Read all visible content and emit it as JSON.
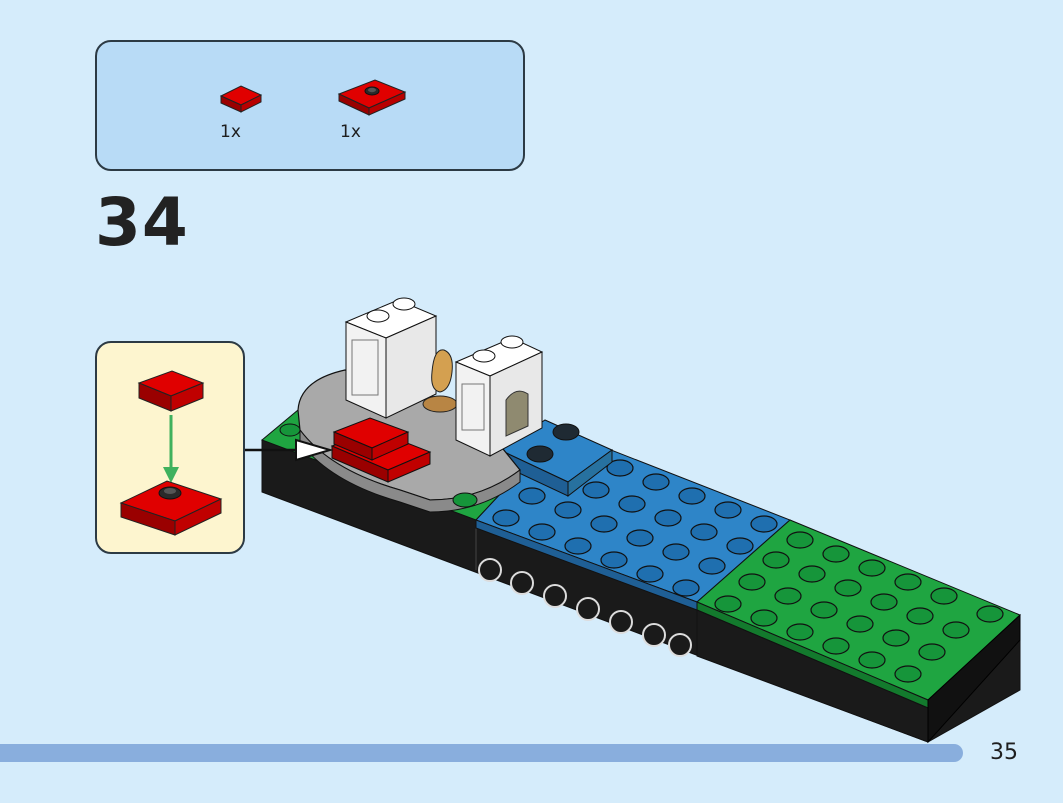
{
  "parts_list": {
    "items": [
      {
        "name": "red-plate-1x2",
        "count": "1x",
        "color": "#d10000"
      },
      {
        "name": "red-plate-2x2-jumper",
        "count": "1x",
        "color": "#d10000"
      }
    ]
  },
  "step": {
    "number": "34"
  },
  "page": {
    "number": "35"
  },
  "colors": {
    "background": "#d5ecfb",
    "parts_box": "#b8dbf6",
    "callout_box": "#fdf5cf",
    "progress_bar": "#89aedd",
    "brick_red": "#d10000",
    "brick_blue": "#2e85c8",
    "brick_green": "#1fa541",
    "brick_black": "#1a1a1a",
    "brick_gray": "#a9a9a9",
    "brick_white": "#ffffff",
    "arrow_green": "#3fb15e"
  },
  "icons": [
    "red-plate-icon",
    "green-arrow-icon",
    "black-arrow-icon"
  ]
}
